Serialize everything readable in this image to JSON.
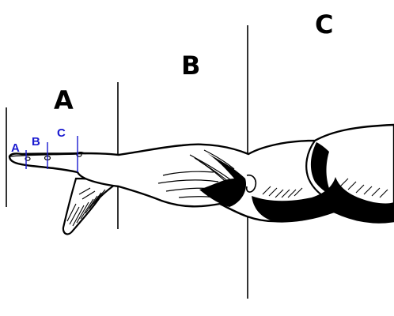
{
  "sections": {
    "major": [
      "A",
      "B",
      "C"
    ],
    "finger": [
      "A",
      "B",
      "C"
    ]
  },
  "colors": {
    "ink": "#000000",
    "finger_markers": "#1a1ad0",
    "background": "#ffffff"
  }
}
